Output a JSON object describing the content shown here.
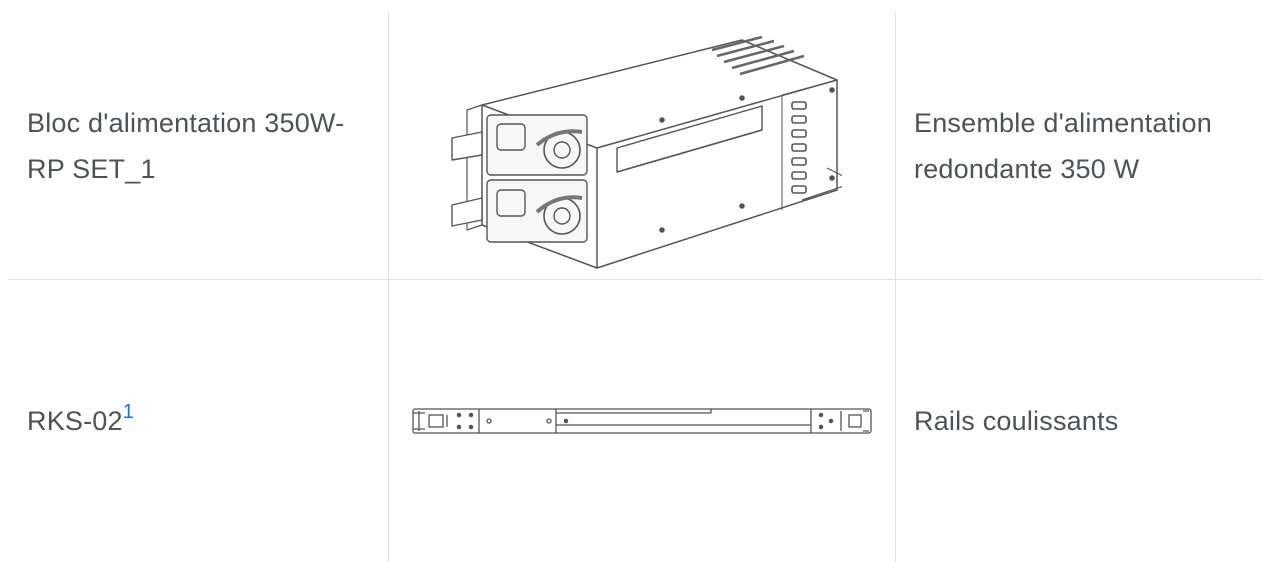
{
  "table": {
    "rows": [
      {
        "model": "Bloc d'alimentation 350W-RP SET_1",
        "footnote": "",
        "image_icon": "power-supply-unit-image",
        "description": "Ensemble d'alimentation redondante 350 W"
      },
      {
        "model": "RKS-02",
        "footnote": "1",
        "image_icon": "sliding-rail-image",
        "description": "Rails coulissants"
      }
    ]
  },
  "colors": {
    "text": "#4d5158",
    "footnote_link": "#1f6fe0",
    "border": "#dfe1e5",
    "line_art": "#555555"
  }
}
